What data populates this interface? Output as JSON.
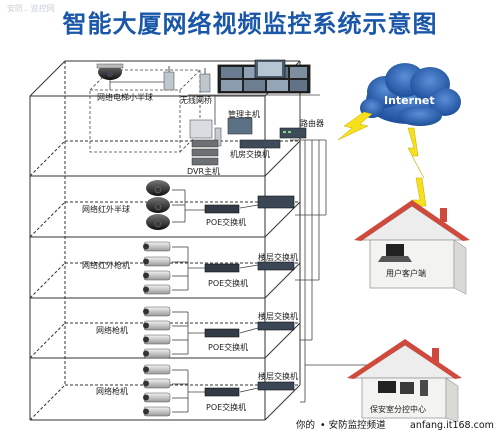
{
  "title": "智能大厦网络视频监控系统示意图",
  "brand_text": "安防.. 监控网",
  "labels": {
    "wireless_bridge": "无线网桥",
    "router": "路由器",
    "mgmt_host": "管理主机",
    "machine_room_switch": "机房交换机",
    "dvr_host": "DVR主机",
    "internet": "Internet",
    "elevator_dome": "网络电梯小半球",
    "ir_dome": "网络红外半球",
    "ir_bullet": "网络红外枪机",
    "bullet_1": "网络枪机",
    "bullet_2": "网络枪机",
    "poe_switch": "POE交换机",
    "floor_switch": "楼层交换机",
    "user_client": "用户客户端",
    "security_center": "保安室分控中心"
  },
  "watermark": {
    "left": "你的",
    "right": "• 安防监控频道",
    "url": "anfang.it168.com"
  },
  "colors": {
    "title": "#1a57a8",
    "internet_cloud": "#2a64b4",
    "lightning": "#f6e01b",
    "house_roof": "#cf4a3d"
  }
}
